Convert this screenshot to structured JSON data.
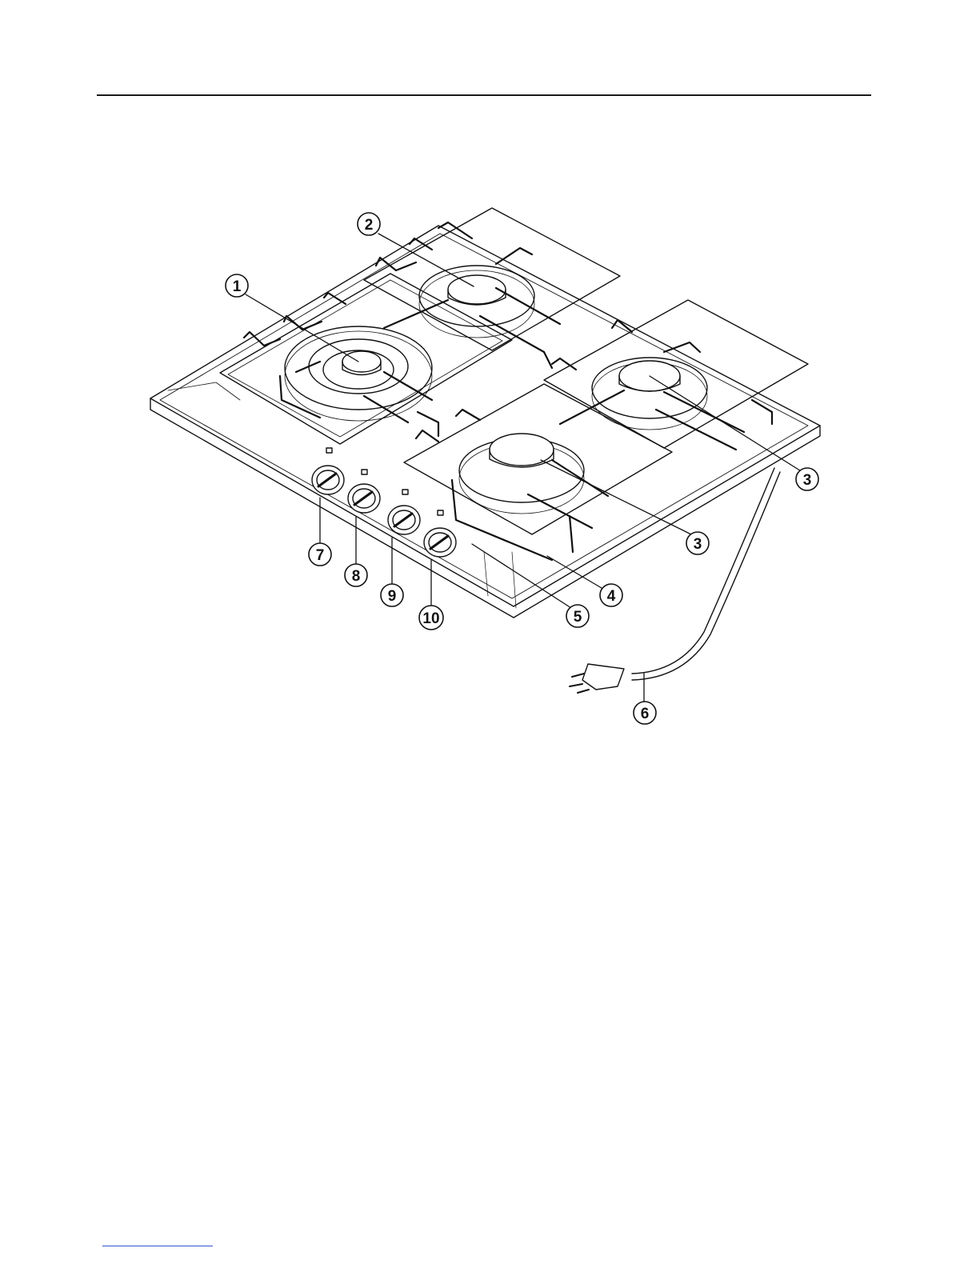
{
  "figure": {
    "callouts": [
      "1",
      "2",
      "3",
      "3",
      "4",
      "5",
      "6",
      "7",
      "8",
      "9",
      "10"
    ]
  },
  "colors": {
    "ink": "#111111",
    "paper": "#ffffff",
    "link_rule": "#3355cc"
  }
}
